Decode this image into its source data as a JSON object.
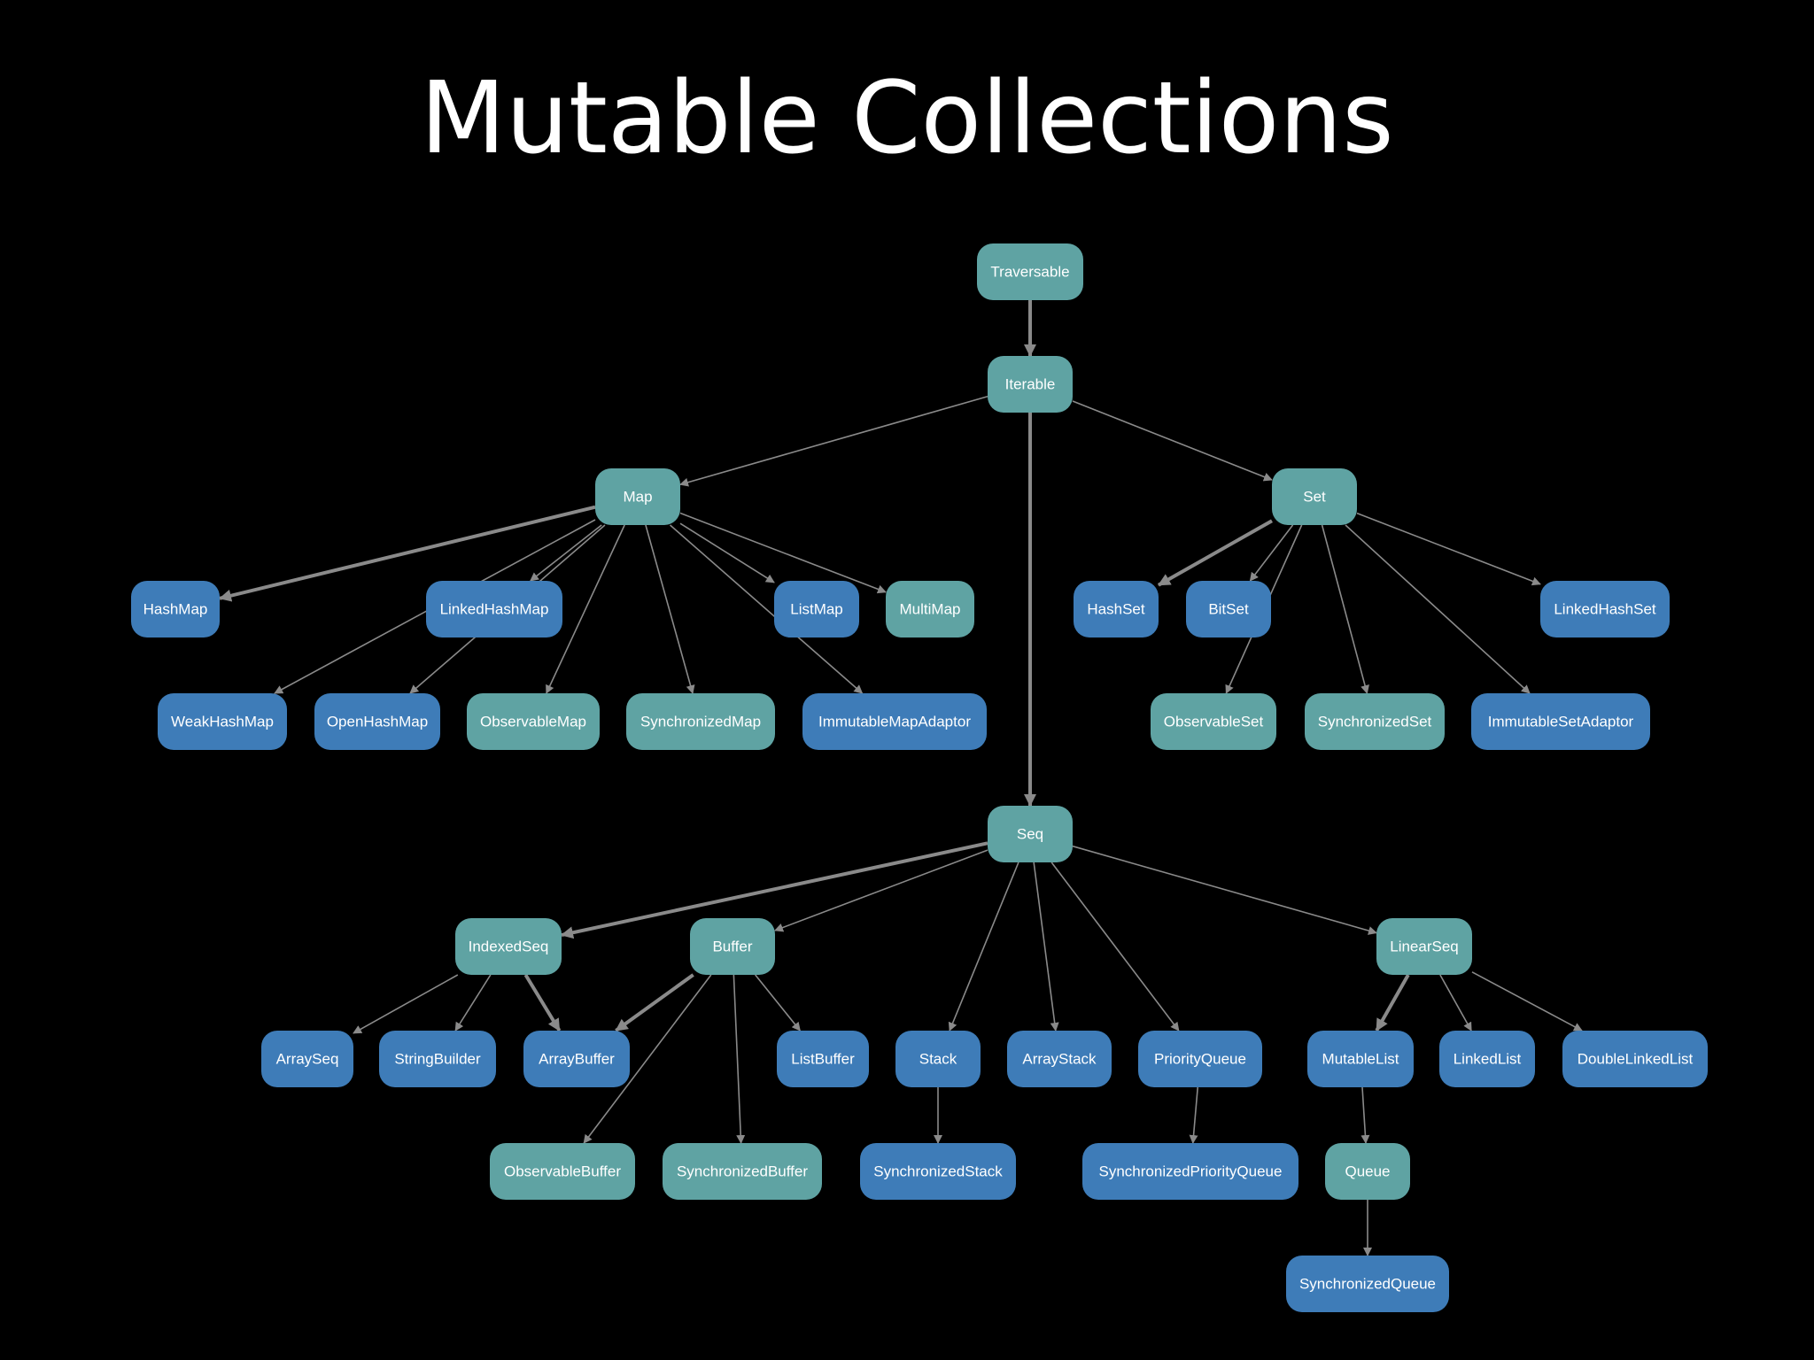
{
  "title": "Mutable Collections",
  "colors": {
    "trait": "#5fa3a3",
    "class": "#3e7cb8",
    "edge": "#8a8a8a",
    "background": "#000000",
    "text": "#ffffff"
  },
  "legend": {},
  "nodes": [
    {
      "id": "traversable",
      "label": "Traversable",
      "kind": "trait"
    },
    {
      "id": "iterable",
      "label": "Iterable",
      "kind": "trait"
    },
    {
      "id": "map",
      "label": "Map",
      "kind": "trait"
    },
    {
      "id": "set",
      "label": "Set",
      "kind": "trait"
    },
    {
      "id": "hashmap",
      "label": "HashMap",
      "kind": "class"
    },
    {
      "id": "linkedhashmap",
      "label": "LinkedHashMap",
      "kind": "class"
    },
    {
      "id": "listmap",
      "label": "ListMap",
      "kind": "class"
    },
    {
      "id": "multimap",
      "label": "MultiMap",
      "kind": "trait"
    },
    {
      "id": "hashset",
      "label": "HashSet",
      "kind": "class"
    },
    {
      "id": "bitset",
      "label": "BitSet",
      "kind": "class"
    },
    {
      "id": "linkedhashset",
      "label": "LinkedHashSet",
      "kind": "class"
    },
    {
      "id": "weakhashmap",
      "label": "WeakHashMap",
      "kind": "class"
    },
    {
      "id": "openhashmap",
      "label": "OpenHashMap",
      "kind": "class"
    },
    {
      "id": "observablemap",
      "label": "ObservableMap",
      "kind": "trait"
    },
    {
      "id": "synchronizedmap",
      "label": "SynchronizedMap",
      "kind": "trait"
    },
    {
      "id": "immutablemapadaptor",
      "label": "ImmutableMapAdaptor",
      "kind": "class"
    },
    {
      "id": "observableset",
      "label": "ObservableSet",
      "kind": "trait"
    },
    {
      "id": "synchronizedset",
      "label": "SynchronizedSet",
      "kind": "trait"
    },
    {
      "id": "immutablesetadaptor",
      "label": "ImmutableSetAdaptor",
      "kind": "class"
    },
    {
      "id": "seq",
      "label": "Seq",
      "kind": "trait"
    },
    {
      "id": "indexedseq",
      "label": "IndexedSeq",
      "kind": "trait"
    },
    {
      "id": "buffer",
      "label": "Buffer",
      "kind": "trait"
    },
    {
      "id": "linearseq",
      "label": "LinearSeq",
      "kind": "trait"
    },
    {
      "id": "arrayseq",
      "label": "ArraySeq",
      "kind": "class"
    },
    {
      "id": "stringbuilder",
      "label": "StringBuilder",
      "kind": "class"
    },
    {
      "id": "arraybuffer",
      "label": "ArrayBuffer",
      "kind": "class"
    },
    {
      "id": "listbuffer",
      "label": "ListBuffer",
      "kind": "class"
    },
    {
      "id": "stack",
      "label": "Stack",
      "kind": "class"
    },
    {
      "id": "arraystack",
      "label": "ArrayStack",
      "kind": "class"
    },
    {
      "id": "priorityqueue",
      "label": "PriorityQueue",
      "kind": "class"
    },
    {
      "id": "mutablelist",
      "label": "MutableList",
      "kind": "class"
    },
    {
      "id": "linkedlist",
      "label": "LinkedList",
      "kind": "class"
    },
    {
      "id": "doublelinkedlist",
      "label": "DoubleLinkedList",
      "kind": "class"
    },
    {
      "id": "observablebuffer",
      "label": "ObservableBuffer",
      "kind": "trait"
    },
    {
      "id": "synchronizedbuffer",
      "label": "SynchronizedBuffer",
      "kind": "trait"
    },
    {
      "id": "synchronizedstack",
      "label": "SynchronizedStack",
      "kind": "class"
    },
    {
      "id": "synchronizedpriorityqueue",
      "label": "SynchronizedPriorityQueue",
      "kind": "class"
    },
    {
      "id": "queue",
      "label": "Queue",
      "kind": "trait"
    },
    {
      "id": "synchronizedqueue",
      "label": "SynchronizedQueue",
      "kind": "class"
    }
  ],
  "edges": [
    {
      "from": "traversable",
      "to": "iterable",
      "bold": true
    },
    {
      "from": "iterable",
      "to": "map",
      "bold": false
    },
    {
      "from": "iterable",
      "to": "set",
      "bold": false
    },
    {
      "from": "iterable",
      "to": "seq",
      "bold": true
    },
    {
      "from": "map",
      "to": "hashmap",
      "bold": true
    },
    {
      "from": "map",
      "to": "weakhashmap",
      "bold": false
    },
    {
      "from": "map",
      "to": "openhashmap",
      "bold": false
    },
    {
      "from": "map",
      "to": "linkedhashmap",
      "bold": false
    },
    {
      "from": "map",
      "to": "observablemap",
      "bold": false
    },
    {
      "from": "map",
      "to": "synchronizedmap",
      "bold": false
    },
    {
      "from": "map",
      "to": "immutablemapadaptor",
      "bold": false
    },
    {
      "from": "map",
      "to": "listmap",
      "bold": false
    },
    {
      "from": "map",
      "to": "multimap",
      "bold": false
    },
    {
      "from": "set",
      "to": "hashset",
      "bold": true
    },
    {
      "from": "set",
      "to": "bitset",
      "bold": false
    },
    {
      "from": "set",
      "to": "observableset",
      "bold": false
    },
    {
      "from": "set",
      "to": "synchronizedset",
      "bold": false
    },
    {
      "from": "set",
      "to": "immutablesetadaptor",
      "bold": false
    },
    {
      "from": "set",
      "to": "linkedhashset",
      "bold": false
    },
    {
      "from": "seq",
      "to": "indexedseq",
      "bold": true
    },
    {
      "from": "seq",
      "to": "buffer",
      "bold": false
    },
    {
      "from": "seq",
      "to": "stack",
      "bold": false
    },
    {
      "from": "seq",
      "to": "arraystack",
      "bold": false
    },
    {
      "from": "seq",
      "to": "priorityqueue",
      "bold": false
    },
    {
      "from": "seq",
      "to": "linearseq",
      "bold": false
    },
    {
      "from": "indexedseq",
      "to": "arrayseq",
      "bold": false
    },
    {
      "from": "indexedseq",
      "to": "stringbuilder",
      "bold": false
    },
    {
      "from": "indexedseq",
      "to": "arraybuffer",
      "bold": true
    },
    {
      "from": "buffer",
      "to": "arraybuffer",
      "bold": true
    },
    {
      "from": "buffer",
      "to": "listbuffer",
      "bold": false
    },
    {
      "from": "buffer",
      "to": "observablebuffer",
      "bold": false
    },
    {
      "from": "buffer",
      "to": "synchronizedbuffer",
      "bold": false
    },
    {
      "from": "stack",
      "to": "synchronizedstack",
      "bold": false
    },
    {
      "from": "priorityqueue",
      "to": "synchronizedpriorityqueue",
      "bold": false
    },
    {
      "from": "linearseq",
      "to": "mutablelist",
      "bold": true
    },
    {
      "from": "linearseq",
      "to": "linkedlist",
      "bold": false
    },
    {
      "from": "linearseq",
      "to": "doublelinkedlist",
      "bold": false
    },
    {
      "from": "mutablelist",
      "to": "queue",
      "bold": false
    },
    {
      "from": "queue",
      "to": "synchronizedqueue",
      "bold": false
    }
  ]
}
